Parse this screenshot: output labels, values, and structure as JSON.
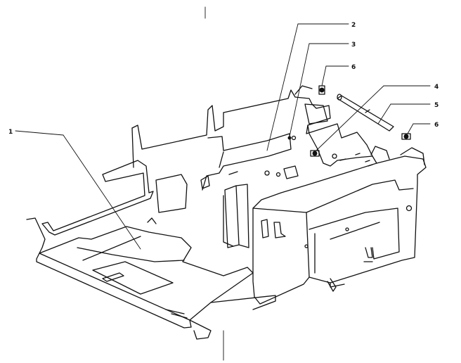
{
  "diagram": {
    "callouts": [
      {
        "id": "part-1",
        "label": "1"
      },
      {
        "id": "part-2",
        "label": "2"
      },
      {
        "id": "part-3",
        "label": "3"
      },
      {
        "id": "part-4",
        "label": "4"
      },
      {
        "id": "part-5",
        "label": "5"
      },
      {
        "id": "part-6a",
        "label": "6"
      },
      {
        "id": "part-6b",
        "label": "6"
      }
    ]
  }
}
